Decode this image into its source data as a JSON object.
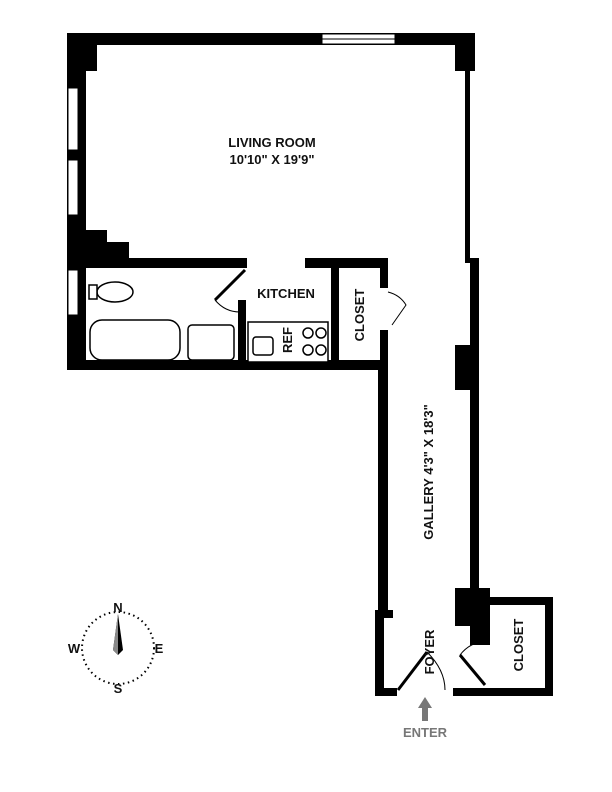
{
  "rooms": {
    "living_room": {
      "name": "LIVING ROOM",
      "size": "10'10\" X 19'9\""
    },
    "kitchen": {
      "name": "KITCHEN"
    },
    "closet_kitchen": {
      "name": "CLOSET"
    },
    "refrigerator": {
      "name": "REF"
    },
    "gallery": {
      "name": "GALLERY 4'3\" X 18'3\""
    },
    "foyer": {
      "name": "FOYER"
    },
    "closet_foyer": {
      "name": "CLOSET"
    }
  },
  "entry": {
    "label": "ENTER",
    "color": "#777777"
  },
  "compass": {
    "n": "N",
    "s": "S",
    "e": "E",
    "w": "W"
  }
}
